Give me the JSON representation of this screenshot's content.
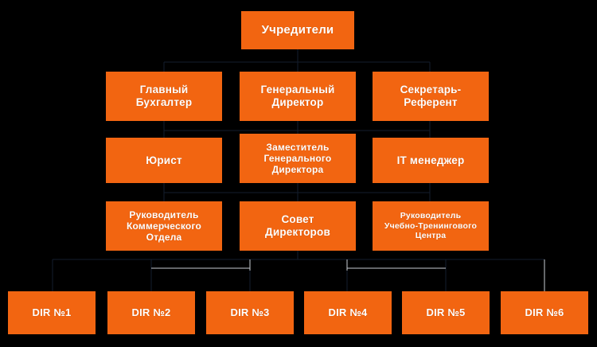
{
  "diagram": {
    "title_text": "Учредители",
    "background_color": "#000000",
    "box_color": "#F26511",
    "text_color": "#FFFFFF",
    "connector_color": "#101828",
    "connector_highlight_color": "#FFFFFF"
  },
  "levels": [
    {
      "level": 1,
      "nodes": [
        {
          "id": "founders",
          "label": "Учредители"
        }
      ]
    },
    {
      "level": 2,
      "nodes": [
        {
          "id": "chief-accountant",
          "label": "Главный\nБухгалтер"
        },
        {
          "id": "general-director",
          "label": "Генеральный\nДиректор"
        },
        {
          "id": "secretary-referent",
          "label": "Секретарь-\nРеферент"
        }
      ]
    },
    {
      "level": 3,
      "nodes": [
        {
          "id": "lawyer",
          "label": "Юрист"
        },
        {
          "id": "deputy-general-director",
          "label": "Заместитель\nГенерального\nДиректора"
        },
        {
          "id": "it-manager",
          "label": "IT менеджер"
        }
      ]
    },
    {
      "level": 4,
      "nodes": [
        {
          "id": "head-commercial-department",
          "label": "Руководитель\nКоммерческого\nОтдела"
        },
        {
          "id": "board-of-directors",
          "label": "Совет\nДиректоров"
        },
        {
          "id": "head-training-center",
          "label": "Руководитель\nУчебно-Тренингового\nЦентра"
        }
      ]
    },
    {
      "level": 5,
      "nodes": [
        {
          "id": "dir-1",
          "label": "DIR №1"
        },
        {
          "id": "dir-2",
          "label": "DIR №2"
        },
        {
          "id": "dir-3",
          "label": "DIR №3"
        },
        {
          "id": "dir-4",
          "label": "DIR №4"
        },
        {
          "id": "dir-5",
          "label": "DIR №5"
        },
        {
          "id": "dir-6",
          "label": "DIR №6"
        }
      ]
    }
  ]
}
